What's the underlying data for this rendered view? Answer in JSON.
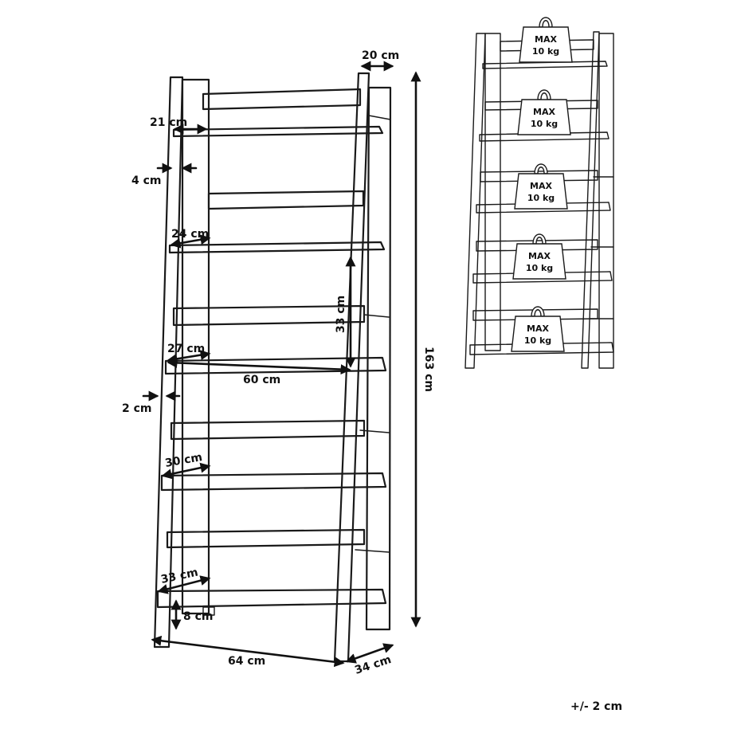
{
  "dimensions": {
    "depth_top": "20 cm",
    "shelf1": "21 cm",
    "leg_depth": "4 cm",
    "shelf2": "24 cm",
    "shelf_gap": "33 cm",
    "shelf3": "27 cm",
    "shelf_width": "60 cm",
    "leg_width": "2 cm",
    "shelf4": "30 cm",
    "shelf5": "33 cm",
    "bottom_clearance": "8 cm",
    "total_width": "64 cm",
    "total_depth": "34 cm",
    "total_height": "163 cm",
    "tolerance": "+/- 2 cm"
  },
  "weight_limit": {
    "line1": "MAX",
    "line2": "10 kg",
    "shelves": [
      {
        "line1": "MAX",
        "line2": "10 kg"
      },
      {
        "line1": "MAX",
        "line2": "10 kg"
      },
      {
        "line1": "MAX",
        "line2": "10 kg"
      },
      {
        "line1": "MAX",
        "line2": "10 kg"
      },
      {
        "line1": "MAX",
        "line2": "10 kg"
      }
    ]
  },
  "colors": {
    "line": "#1a1a1a",
    "background": "#ffffff"
  }
}
